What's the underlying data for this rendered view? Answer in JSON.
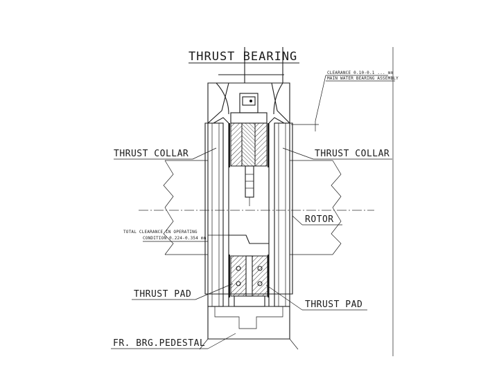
{
  "diagram": {
    "title": "THRUST BEARING",
    "labels": {
      "clearance_note_line1": "CLEARANCE 0.10-0.1 ... mm",
      "clearance_note_line2": "MAIN WATER BEARING ASSEMBLY",
      "thrust_collar_left": "THRUST COLLAR",
      "thrust_collar_right": "THRUST COLLAR",
      "rotor": "ROTOR",
      "total_clearance_line1": "TOTAL CLEARANCE IN OPERATING",
      "total_clearance_line2": "CONDITION 0.224-0.354 mm",
      "thrust_pad_left": "THRUST PAD",
      "thrust_pad_right": "THRUST PAD",
      "pedestal": "FR. BRG.PEDESTAL"
    }
  }
}
